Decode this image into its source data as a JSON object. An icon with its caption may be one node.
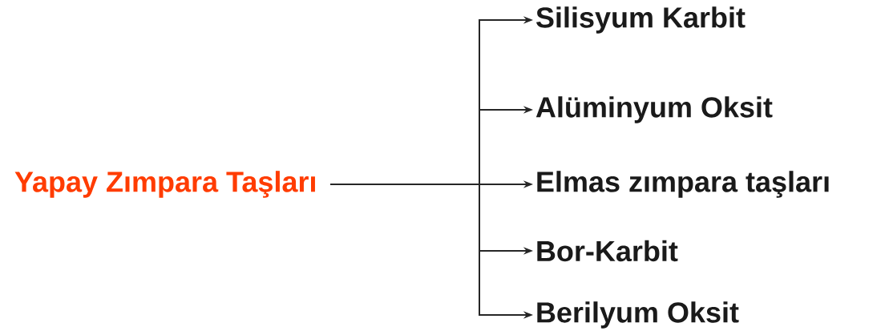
{
  "diagram": {
    "nodes": [
      {
        "text": [
          "Yapay Zımpara Taşları"
        ]
      },
      {
        "text": [
          "Silisyum Karbit"
        ]
      },
      {
        "text": [
          "Alüminyum Oksit"
        ]
      },
      {
        "text": [
          "Elmas zımpara taşları"
        ]
      },
      {
        "text": [
          "Bor-Karbit"
        ]
      },
      {
        "text": [
          "Berilyum Oksit"
        ]
      }
    ],
    "edges": [
      {
        "from": 0,
        "to": 1,
        "arrow": "to"
      },
      {
        "from": 0,
        "to": 2,
        "arrow": "to"
      },
      {
        "from": 0,
        "to": 3,
        "arrow": "to"
      },
      {
        "from": 0,
        "to": 4,
        "arrow": "to"
      },
      {
        "from": 0,
        "to": 5,
        "arrow": "to"
      }
    ]
  }
}
